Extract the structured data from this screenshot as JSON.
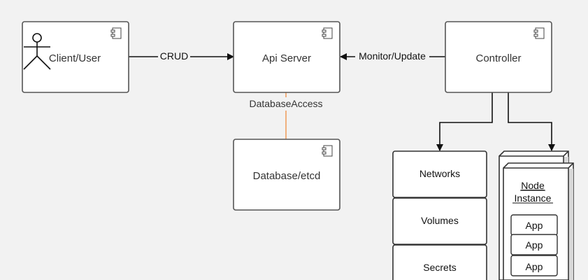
{
  "nodes": {
    "client": {
      "label": "Client/User"
    },
    "api": {
      "label": "Api Server"
    },
    "controller": {
      "label": "Controller"
    },
    "database": {
      "label": "Database/etcd"
    }
  },
  "edges": {
    "crud": "CRUD",
    "monitor": "Monitor/Update",
    "db_access": "DatabaseAccess"
  },
  "resources": [
    "Networks",
    "Volumes",
    "Secrets"
  ],
  "node_instance": {
    "title_line1": "Node",
    "title_line2": "Instance",
    "apps": [
      "App",
      "App",
      "App"
    ]
  },
  "colors": {
    "background": "#f2f2f2",
    "box_border": "#555555",
    "db_access_line": "#f0a060"
  },
  "icons": {
    "component": "uml-component-icon",
    "actor": "stick-figure-actor-icon"
  }
}
